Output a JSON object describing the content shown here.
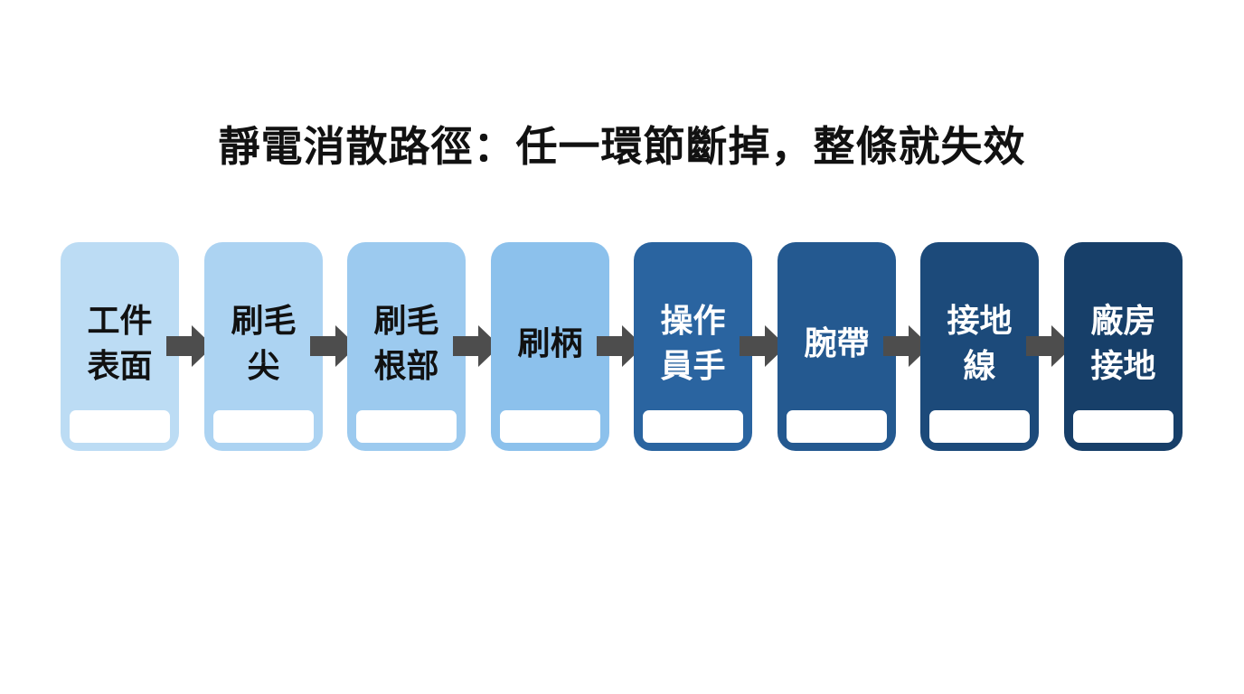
{
  "title": "靜電消散路徑：任一環節斷掉，整條就失效",
  "steps": [
    {
      "label": "工件\n表面",
      "fill": "#bcdcf4",
      "text_color": "#111111"
    },
    {
      "label": "刷毛\n尖",
      "fill": "#acd3f2",
      "text_color": "#111111"
    },
    {
      "label": "刷毛\n根部",
      "fill": "#9ccaef",
      "text_color": "#111111"
    },
    {
      "label": "刷柄",
      "fill": "#8cc1ec",
      "text_color": "#111111"
    },
    {
      "label": "操作\n員手",
      "fill": "#2a64a0",
      "text_color": "#ffffff"
    },
    {
      "label": "腕帶",
      "fill": "#245990",
      "text_color": "#ffffff"
    },
    {
      "label": "接地\n線",
      "fill": "#1c4a7a",
      "text_color": "#ffffff"
    },
    {
      "label": "廠房\n接地",
      "fill": "#173f69",
      "text_color": "#ffffff"
    }
  ],
  "arrow_color": "#4d4d4d"
}
